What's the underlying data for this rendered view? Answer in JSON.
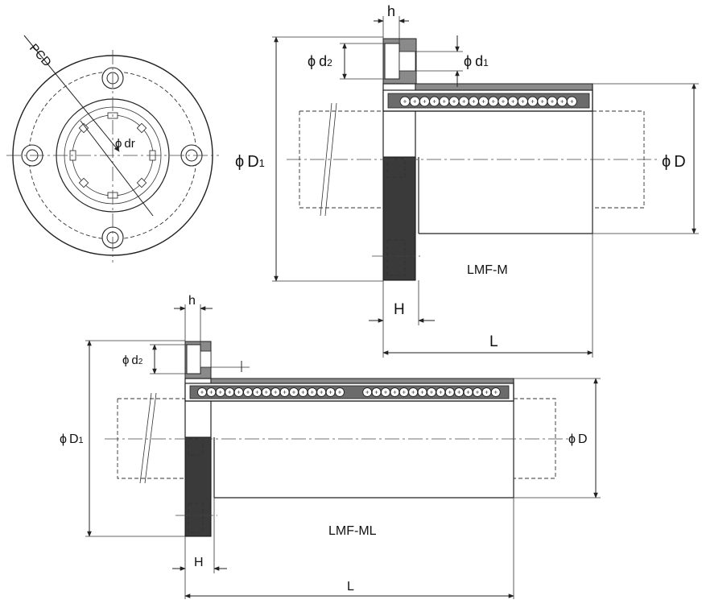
{
  "end_view": {
    "pcd": "PCD",
    "dr_sym": "ϕ",
    "dr": "dr"
  },
  "lmf_m": {
    "h": "h",
    "d2_sym": "ϕ",
    "d2": "d",
    "d2_sub": "2",
    "d1_sym": "ϕ",
    "d1": "d",
    "d1_sub": "1",
    "D1_sym": "ϕ",
    "D1": "D",
    "D1_sub": "1",
    "D_sym": "ϕ",
    "D": "D",
    "H": "H",
    "L": "L",
    "model": "LMF-M"
  },
  "lmf_ml": {
    "h": "h",
    "d2_sym": "ϕ",
    "d2": "d",
    "d2_sub": "2",
    "D1_sym": "ϕ",
    "D1": "D",
    "D1_sub": "1",
    "D_sym": "ϕ",
    "D": "D",
    "H": "H",
    "L": "L",
    "model": "LMF-ML"
  }
}
